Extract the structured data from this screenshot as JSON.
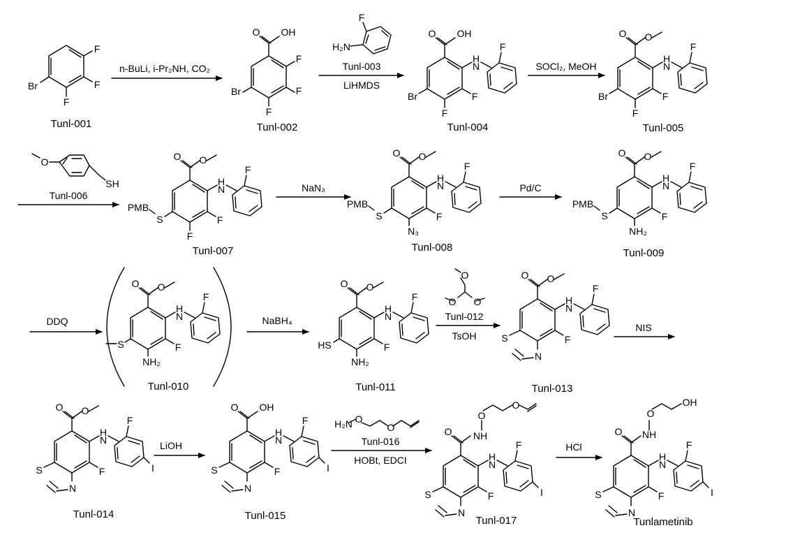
{
  "compounds": [
    {
      "id": "Tunl-001"
    },
    {
      "id": "Tunl-002"
    },
    {
      "id": "Tunl-004"
    },
    {
      "id": "Tunl-005"
    },
    {
      "id": "Tunl-007"
    },
    {
      "id": "Tunl-008"
    },
    {
      "id": "Tunl-009"
    },
    {
      "id": "Tunl-010"
    },
    {
      "id": "Tunl-011"
    },
    {
      "id": "Tunl-013"
    },
    {
      "id": "Tunl-014"
    },
    {
      "id": "Tunl-015"
    },
    {
      "id": "Tunl-017"
    },
    {
      "id": "Tunlametinib"
    }
  ],
  "steps": [
    {
      "above": "n-BuLi, i-Pr₂NH, CO₂",
      "below": ""
    },
    {
      "above": "Tunl-003",
      "below": "LiHMDS"
    },
    {
      "above": "SOCl₂, MeOH",
      "below": ""
    },
    {
      "above": "Tunl-006",
      "below": ""
    },
    {
      "above": "NaN₃",
      "below": ""
    },
    {
      "above": "Pd/C",
      "below": ""
    },
    {
      "above": "DDQ",
      "below": ""
    },
    {
      "above": "NaBH₄",
      "below": ""
    },
    {
      "above": "Tunl-012",
      "below": "TsOH"
    },
    {
      "above": "NIS",
      "below": ""
    },
    {
      "above": "LiOH",
      "below": ""
    },
    {
      "above": "Tunl-016",
      "below": "HOBt, EDCI"
    },
    {
      "above": "HCl",
      "below": ""
    }
  ],
  "atoms": {
    "F": "F",
    "Br": "Br",
    "I": "I",
    "S": "S",
    "N": "N",
    "O": "O",
    "OH": "OH",
    "NH": "NH",
    "H": "H",
    "NH2": "NH₂",
    "N3": "N₃",
    "H2N": "H₂N",
    "HS": "HS",
    "SH": "SH",
    "PMB": "PMB"
  }
}
